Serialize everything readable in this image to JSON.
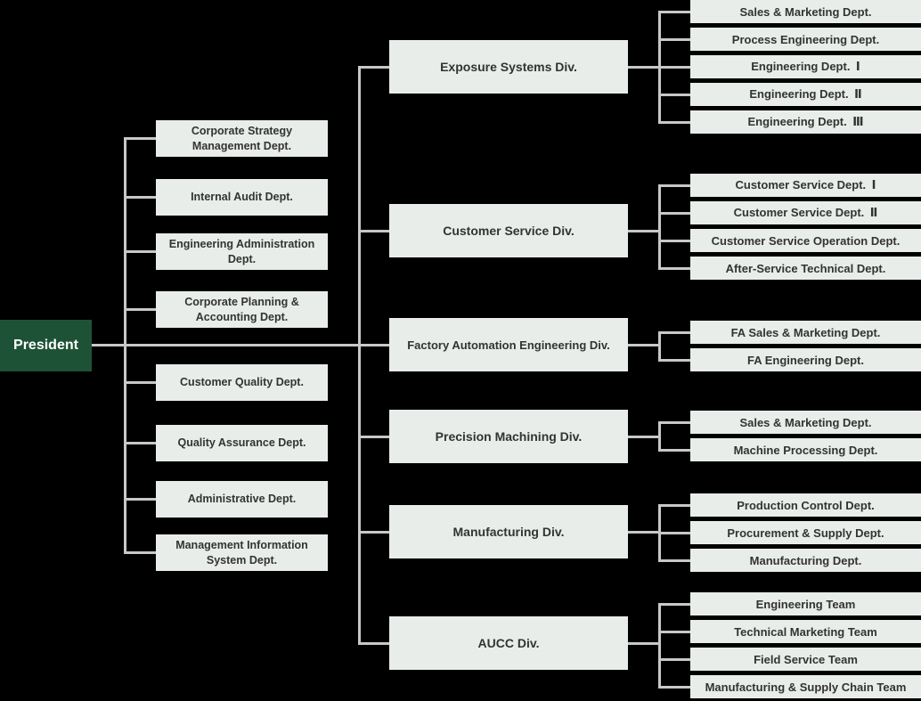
{
  "president": {
    "label": "President"
  },
  "staff_departments": [
    {
      "label": "Corporate Strategy Management Dept."
    },
    {
      "label": "Internal Audit Dept."
    },
    {
      "label": "Engineering Administration Dept."
    },
    {
      "label": "Corporate Planning & Accounting Dept."
    },
    {
      "label": "Customer Quality Dept."
    },
    {
      "label": "Quality Assurance Dept."
    },
    {
      "label": "Administrative Dept."
    },
    {
      "label": "Management Information System Dept."
    }
  ],
  "divisions": [
    {
      "label": "Exposure Systems Div.",
      "departments": [
        "Sales & Marketing Dept.",
        "Process Engineering Dept.",
        "Engineering Dept. Ⅰ",
        "Engineering Dept. Ⅱ",
        "Engineering Dept. Ⅲ"
      ]
    },
    {
      "label": "Customer Service Div.",
      "departments": [
        "Customer Service Dept. Ⅰ",
        "Customer Service Dept. Ⅱ",
        "Customer Service Operation Dept.",
        "After-Service Technical Dept."
      ]
    },
    {
      "label": "Factory Automation Engineering Div.",
      "departments": [
        "FA Sales & Marketing Dept.",
        "FA Engineering Dept."
      ]
    },
    {
      "label": "Precision Machining Div.",
      "departments": [
        "Sales & Marketing Dept.",
        "Machine Processing Dept."
      ]
    },
    {
      "label": "Manufacturing Div.",
      "departments": [
        "Production Control Dept.",
        "Procurement & Supply Dept.",
        "Manufacturing Dept."
      ]
    },
    {
      "label": "AUCC Div.",
      "departments": [
        "Engineering Team",
        "Technical Marketing Team",
        "Field Service Team",
        "Manufacturing & Supply Chain Team"
      ]
    }
  ],
  "colors": {
    "background": "#000000",
    "box_fill": "#E8EDE9",
    "president_fill": "#1E5236",
    "connector": "#C8C8C8",
    "box_text": "#333333",
    "president_text": "#FFFFFF"
  }
}
